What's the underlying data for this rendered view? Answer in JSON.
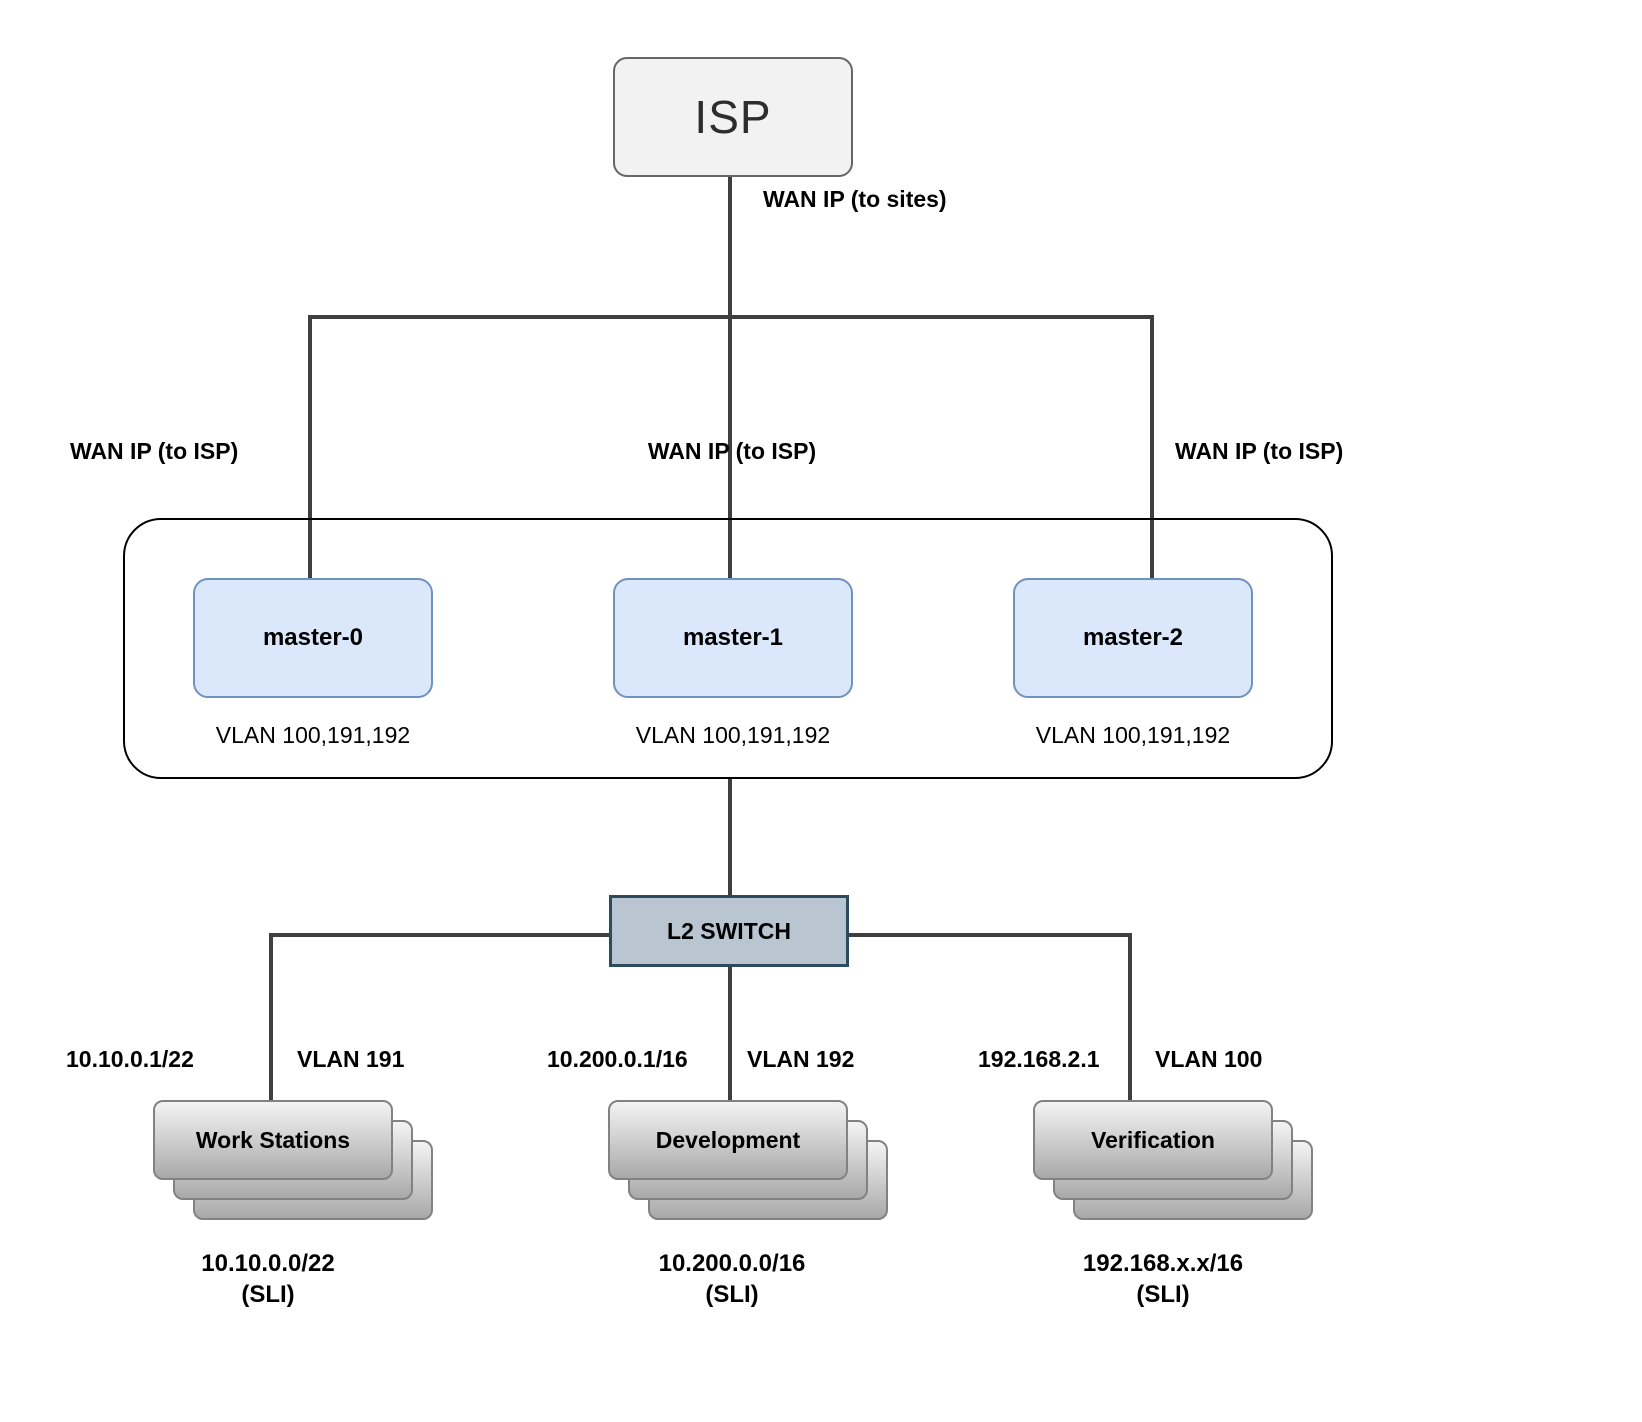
{
  "diagram": {
    "isp": {
      "label": "ISP"
    },
    "wan_to_sites_label": "WAN IP (to sites)",
    "wan_to_isp_labels": [
      "WAN IP (to ISP)",
      "WAN IP (to ISP)",
      "WAN IP (to ISP)"
    ],
    "masters": [
      {
        "label": "master-0",
        "vlan": "VLAN 100,191,192"
      },
      {
        "label": "master-1",
        "vlan": "VLAN 100,191,192"
      },
      {
        "label": "master-2",
        "vlan": "VLAN 100,191,192"
      }
    ],
    "switch": {
      "label": "L2 SWITCH"
    },
    "groups": [
      {
        "name": "Work Stations",
        "gateway": "10.10.0.1/22",
        "vlan": "VLAN 191",
        "subnet": "10.10.0.0/22",
        "subnet_note": "(SLI)"
      },
      {
        "name": "Development",
        "gateway": "10.200.0.1/16",
        "vlan": "VLAN 192",
        "subnet": "10.200.0.0/16",
        "subnet_note": "(SLI)"
      },
      {
        "name": "Verification",
        "gateway": "192.168.2.1",
        "vlan": "VLAN 100",
        "subnet": "192.168.x.x/16",
        "subnet_note": "(SLI)"
      }
    ],
    "colors": {
      "line": "#3f3f3f",
      "isp_fill": "#f2f2f2",
      "isp_border": "#666666",
      "master_fill": "#dbe8fc",
      "master_border": "#7191bf",
      "switch_fill": "#b9c6d1",
      "switch_border": "#2d4a5e",
      "card_top": "#f4f4f4",
      "card_bottom": "#a9a9a9",
      "card_border": "#828282"
    }
  }
}
